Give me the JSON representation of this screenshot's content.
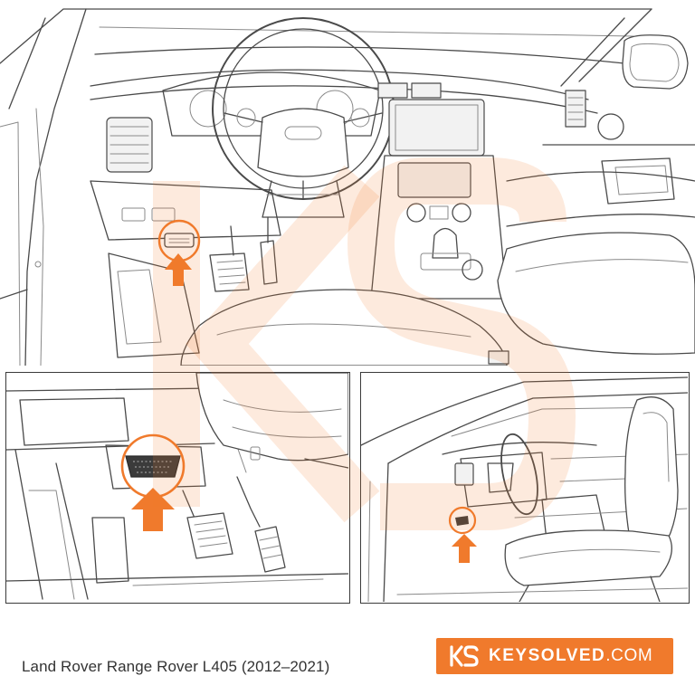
{
  "caption": "Land Rover Range Rover L405 (2012–2021)",
  "brand": {
    "name": "KEYSOLVED",
    "domain": ".COM",
    "badge_color": "#f07a2c",
    "logo_icon": "ks-monogram-icon"
  },
  "accent_color": "#f07a2c",
  "watermark_icon": "ks-watermark-icon",
  "panels": {
    "main": "dashboard-overview-illustration",
    "detail_left": "obd-port-closeup-illustration",
    "detail_right": "driver-side-door-view-illustration"
  }
}
